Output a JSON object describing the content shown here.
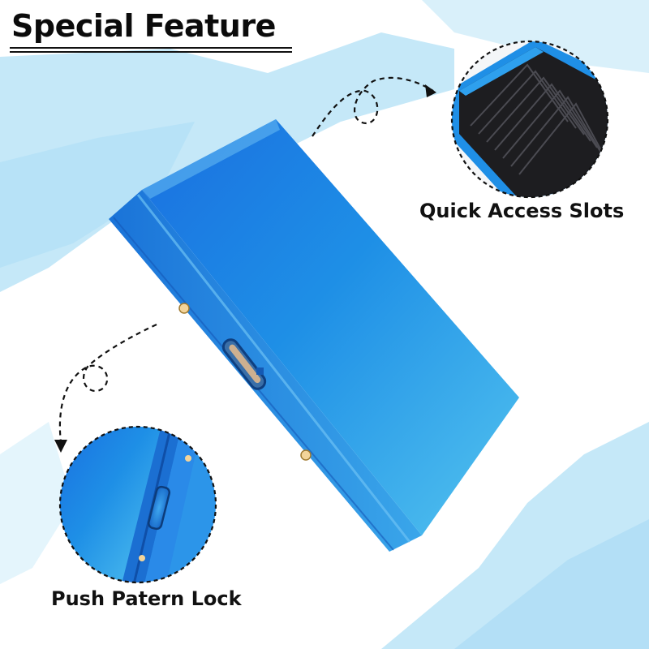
{
  "heading": {
    "title": "Special Feature"
  },
  "callouts": [
    {
      "label": "Quick Access Slots",
      "icon": "card-slots-closeup"
    },
    {
      "label": "Push Patern Lock",
      "icon": "push-lock-closeup"
    }
  ],
  "product": {
    "name": "card-holder-case",
    "color": "#1e8fe6"
  },
  "colors": {
    "background_splash": "#bfe6f8",
    "accent_blue": "#1e8fe6",
    "text": "#111111"
  }
}
